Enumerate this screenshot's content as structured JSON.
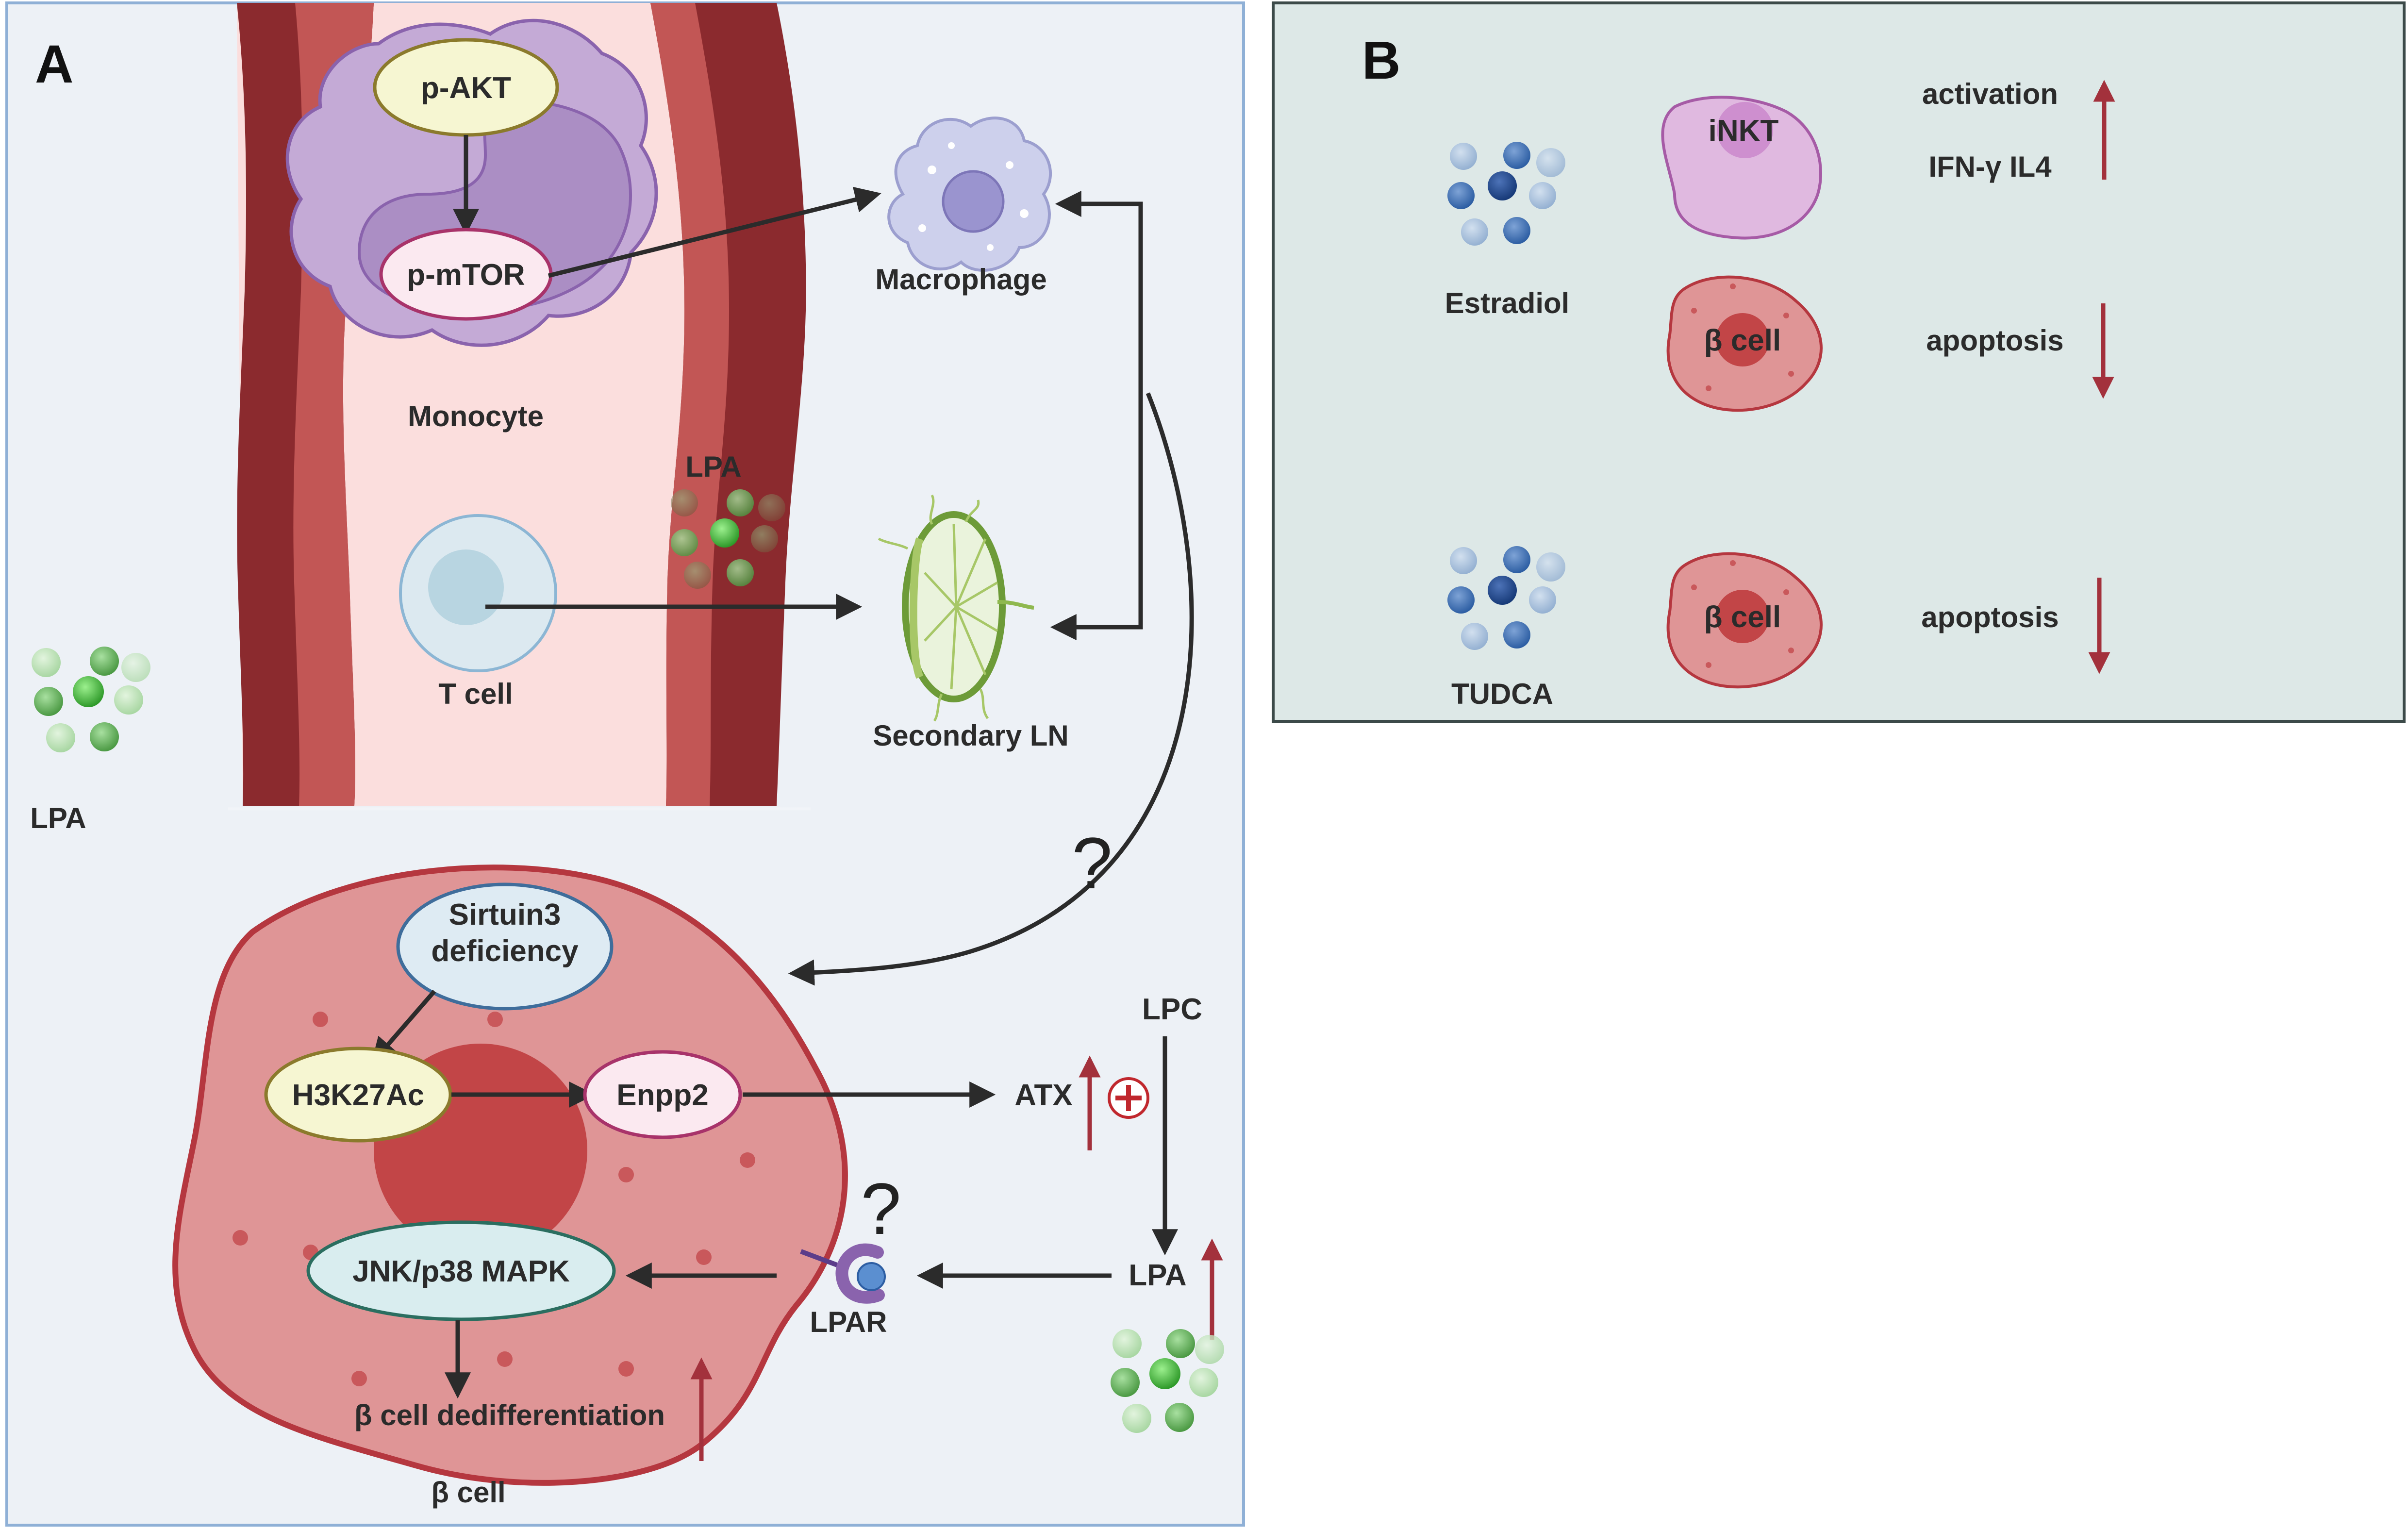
{
  "panel_a": {
    "letter": "A",
    "monocyte": {
      "label": "Monocyte",
      "p_akt": "p-AKT",
      "p_mtor": "p-mTOR"
    },
    "macrophage": "Macrophage",
    "t_cell": "T cell",
    "lpa_vessel": "LPA",
    "secondary_ln": "Secondary LN",
    "lpa_outside": "LPA",
    "question_upper": "?",
    "question_lower": "?",
    "beta_cell": {
      "label": "β cell",
      "sirtuin": [
        "Sirtuin3",
        "deficiency"
      ],
      "h3k27ac": "H3K27Ac",
      "enpp2": "Enpp2",
      "jnk": "JNK/p38 MAPK",
      "dediff": "β cell dedifferentiation"
    },
    "atx": "ATX",
    "lpc": "LPC",
    "lpa_right": "LPA",
    "lpar": "LPAR"
  },
  "panel_b": {
    "letter": "B",
    "estradiol": "Estradiol",
    "tudca": "TUDCA",
    "inkt": "iNKT",
    "activation": "activation",
    "cytokines": "IFN-γ  IL4",
    "beta_cell_1": "β cell",
    "beta_cell_2": "β cell",
    "apoptosis_1": "apoptosis",
    "apoptosis_2": "apoptosis"
  },
  "colors": {
    "panel_a_bg": "#edf1f6",
    "panel_b_bg": "#dde8e7",
    "vessel_dark": "#8b2a2e",
    "vessel_light": "#c25655",
    "lumen": "#fbdedd",
    "monocyte": "#c4aad6",
    "beta_cell": "#df9596",
    "arrow_up_down": "#a3313c"
  }
}
